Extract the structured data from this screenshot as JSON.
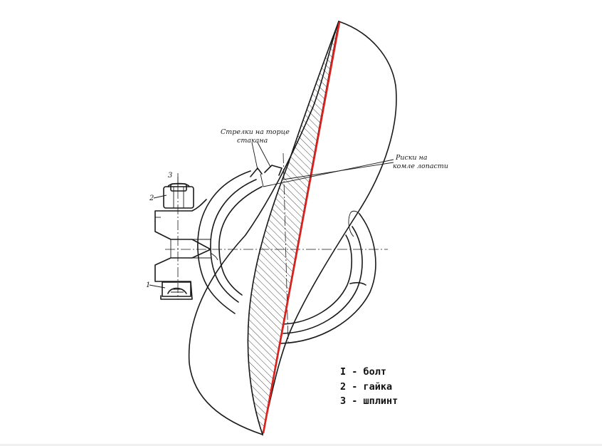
{
  "callouts": {
    "arrows_line1": "Стрелки на торце",
    "arrows_line2": "стакана",
    "marks_line1": "Риски на",
    "marks_line2": "комле лопасти"
  },
  "part_numbers": {
    "p1": "1",
    "p2": "2",
    "p3": "3"
  },
  "legend": [
    "I - болт",
    "2 - гайка",
    "3 - шплинт"
  ],
  "colors": {
    "ink": "#1a1a1a",
    "highlight": "#e0201c"
  }
}
